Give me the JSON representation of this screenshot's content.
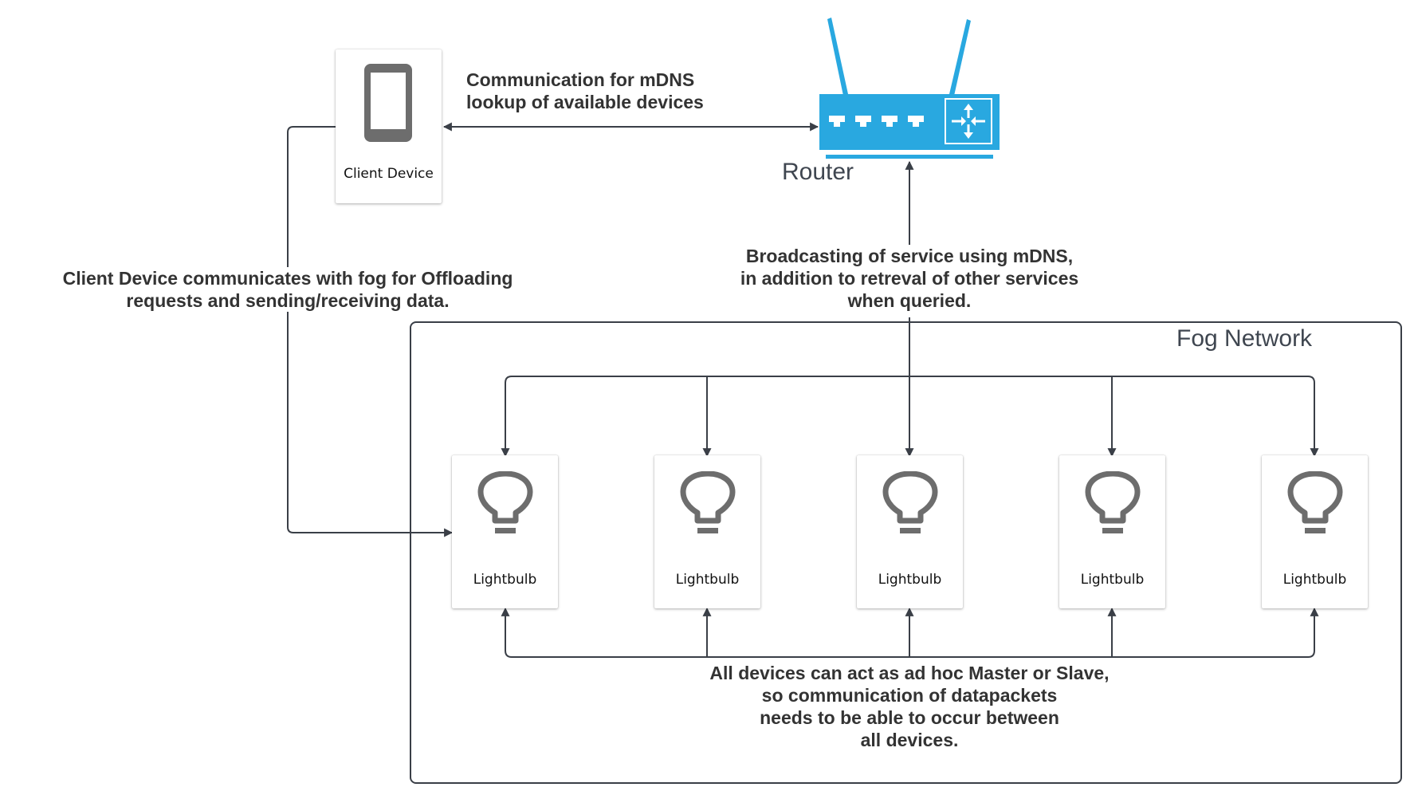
{
  "client_device": {
    "label": "Client Device",
    "icon": "tablet-icon"
  },
  "router": {
    "label": "Router",
    "icon": "router-icon",
    "color": "#29a8e0"
  },
  "fog_network": {
    "label": "Fog Network"
  },
  "lightbulbs": [
    {
      "label": "Lightbulb",
      "icon": "lightbulb-icon"
    },
    {
      "label": "Lightbulb",
      "icon": "lightbulb-icon"
    },
    {
      "label": "Lightbulb",
      "icon": "lightbulb-icon"
    },
    {
      "label": "Lightbulb",
      "icon": "lightbulb-icon"
    },
    {
      "label": "Lightbulb",
      "icon": "lightbulb-icon"
    }
  ],
  "notes": {
    "mdns_lookup": [
      "Communication for mDNS",
      "lookup of available devices"
    ],
    "broadcast": [
      "Broadcasting of service using mDNS,",
      "in addition to retreval of other services",
      "when queried."
    ],
    "client_fog": [
      "Client Device communicates with fog for Offloading",
      "requests and sending/receiving data."
    ],
    "master_slave": [
      "All devices can act as ad hoc Master or Slave,",
      "so communication of datapackets",
      "needs to be able to occur between",
      "all devices."
    ]
  },
  "colors": {
    "line": "#3a3f47",
    "icon_gray": "#6d6d6d",
    "router_blue": "#29a8e0"
  }
}
